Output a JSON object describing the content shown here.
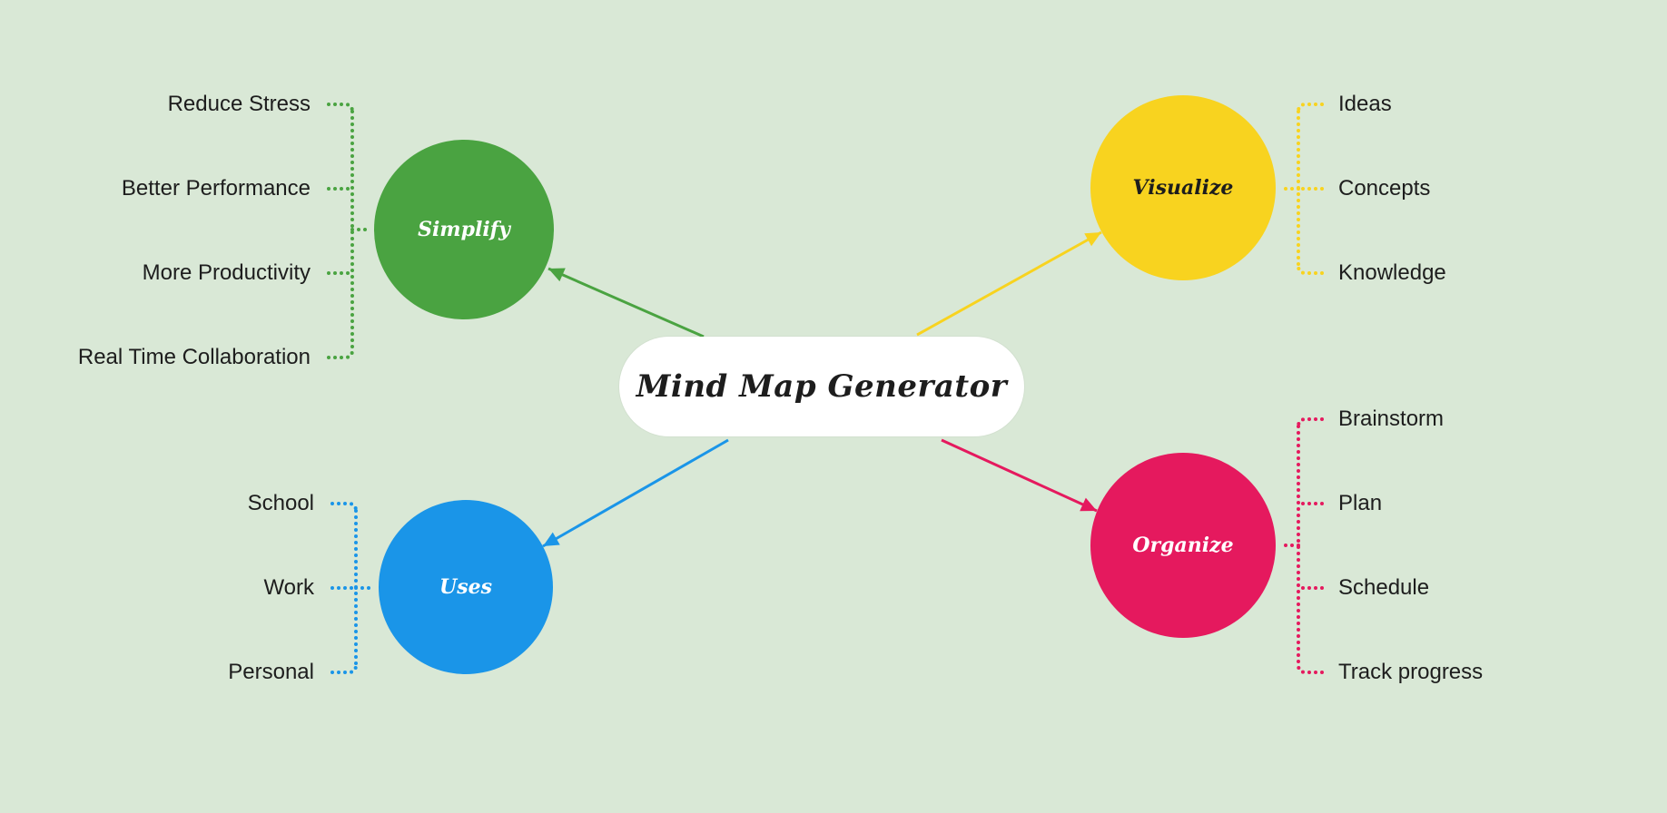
{
  "title": "Mind Map Generator",
  "colors": {
    "background": "#d9e8d6",
    "simplify": "#4aa341",
    "visualize": "#f8d31f",
    "uses": "#1a95e8",
    "organize": "#e5195e"
  },
  "branches": {
    "simplify": {
      "label": "Simplify",
      "items": [
        "Reduce Stress",
        "Better Performance",
        "More Productivity",
        "Real Time Collaboration"
      ]
    },
    "visualize": {
      "label": "Visualize",
      "items": [
        "Ideas",
        "Concepts",
        "Knowledge"
      ]
    },
    "uses": {
      "label": "Uses",
      "items": [
        "School",
        "Work",
        "Personal"
      ]
    },
    "organize": {
      "label": "Organize",
      "items": [
        "Brainstorm",
        "Plan",
        "Schedule",
        "Track progress"
      ]
    }
  }
}
